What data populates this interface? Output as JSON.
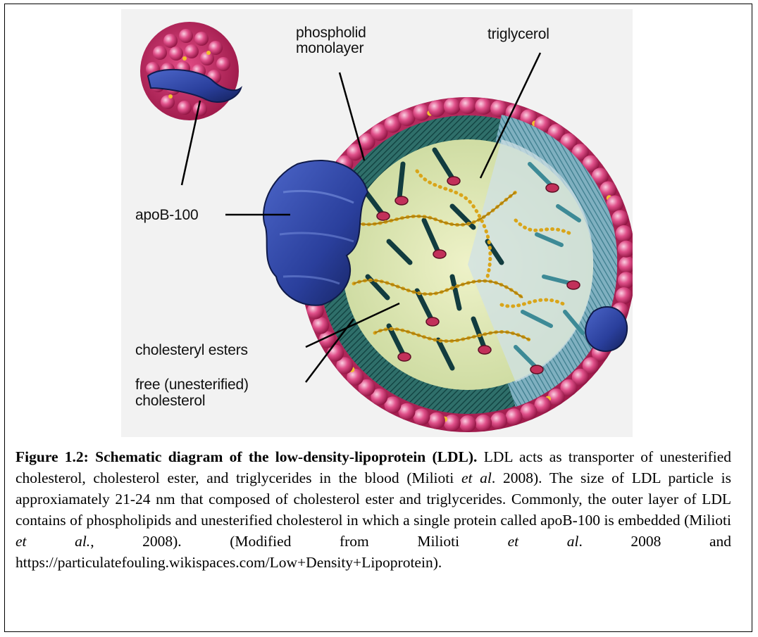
{
  "figure": {
    "labels": {
      "phospholid": "phospholid",
      "monolayer": "monolayer",
      "triglycerol": "triglycerol",
      "apob": "apoB-100",
      "cholesteryl": "cholesteryl esters",
      "free1": "free (unesterified)",
      "free2": "cholesterol"
    },
    "colors": {
      "shell": "#c8245e",
      "shell_light": "#f090b4",
      "protein": "#2a3f9c",
      "core": "#dfe8b4",
      "tails": "#1d6b6e",
      "chain": "#e0ad1a"
    }
  },
  "caption": {
    "title": "Figure 1.2: Schematic diagram of the low-density-lipoprotein (LDL).",
    "p1": " LDL acts as transporter of unesterified cholesterol, cholesterol ester, and triglycerides in the blood (Milioti ",
    "etal1": "et al",
    "p2": ". 2008). The size of LDL particle is approxiamately 21-24 nm that composed of cholesterol ester and triglycerides. Commonly, the outer layer of LDL contains of phospholipids and unesterified cholesterol in which a single protein called apoB-100 is embedded (Milioti ",
    "etal2": "et al.",
    "p3": ", 2008). (Modified from Milioti ",
    "etal3": "et al",
    "p4": ". 2008 and https://particulatefouling.wikispaces.com/Low+Density+Lipoprotein)."
  }
}
